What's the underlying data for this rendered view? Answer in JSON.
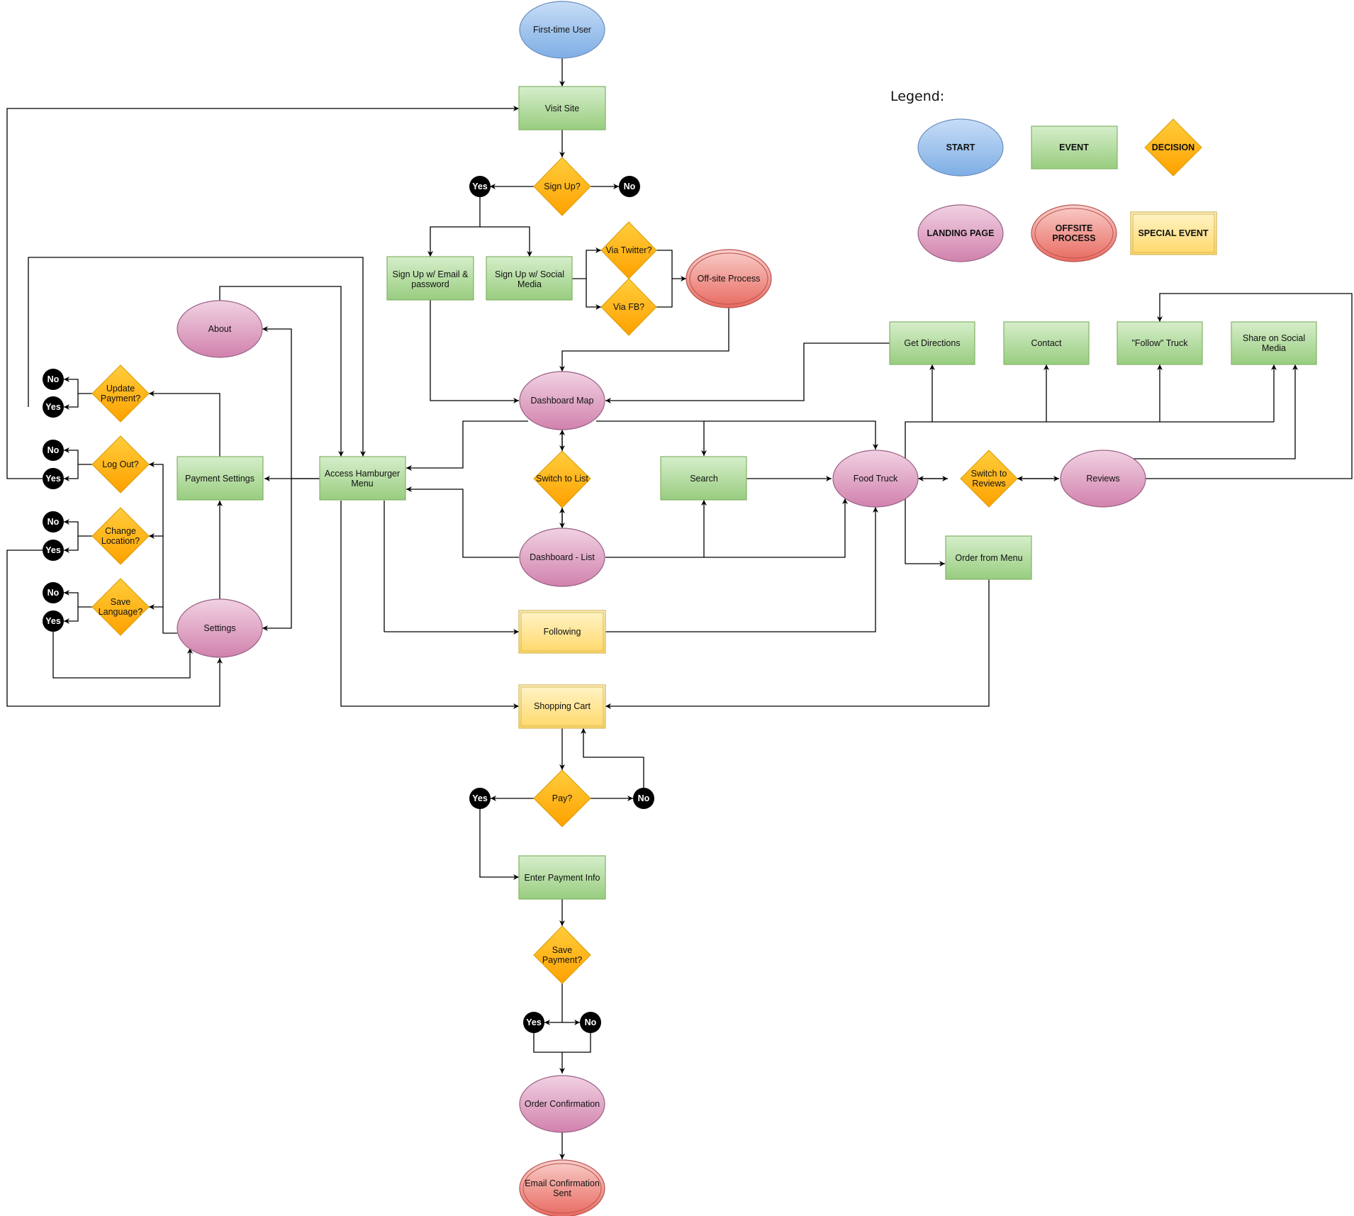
{
  "legend": {
    "title": "Legend:",
    "start": "START",
    "event": "EVENT",
    "decision": "DECISION",
    "landing_page": "LANDING PAGE",
    "offsite_line1": "OFFSITE",
    "offsite_line2": "PROCESS",
    "special_event": "SPECIAL EVENT"
  },
  "colors": {
    "start": "#9dc3ea",
    "event": "#b4dca0",
    "decision": "#ffb300",
    "landing_page": "#e2a4c4",
    "offsite": "#f08c84",
    "special_event": "#ffe48a"
  },
  "nodes": {
    "first_time_user": "First-time User",
    "visit_site": "Visit Site",
    "sign_up": "Sign Up?",
    "sign_up_yes": "Yes",
    "sign_up_no": "No",
    "sign_up_email_l1": "Sign Up w/ Email &",
    "sign_up_email_l2": "password",
    "sign_up_social_l1": "Sign Up w/ Social",
    "sign_up_social_l2": "Media",
    "via_twitter": "Via Twitter?",
    "via_fb": "Via FB?",
    "offsite_process": "Off-site Process",
    "about": "About",
    "dashboard_map": "Dashboard Map",
    "switch_to_list": "Switch to List",
    "dashboard_list": "Dashboard - List",
    "search": "Search",
    "food_truck": "Food Truck",
    "switch_reviews_l1": "Switch to",
    "switch_reviews_l2": "Reviews",
    "reviews": "Reviews",
    "get_directions": "Get Directions",
    "contact": "Contact",
    "follow_truck": "\"Follow\" Truck",
    "share_l1": "Share on Social",
    "share_l2": "Media",
    "order_from_menu": "Order from Menu",
    "hamburger_l1": "Access Hamburger",
    "hamburger_l2": "Menu",
    "payment_settings": "Payment Settings",
    "settings": "Settings",
    "update_payment_l1": "Update",
    "update_payment_l2": "Payment?",
    "log_out": "Log Out?",
    "change_location_l1": "Change",
    "change_location_l2": "Location?",
    "save_language_l1": "Save",
    "save_language_l2": "Language?",
    "yes": "Yes",
    "no": "No",
    "following": "Following",
    "shopping_cart": "Shopping Cart",
    "pay": "Pay?",
    "enter_payment_info": "Enter Payment Info",
    "save_payment_l1": "Save",
    "save_payment_l2": "Payment?",
    "order_confirmation": "Order Confirmation",
    "email_confirmation_l1": "Email Confirmation",
    "email_confirmation_l2": "Sent"
  }
}
